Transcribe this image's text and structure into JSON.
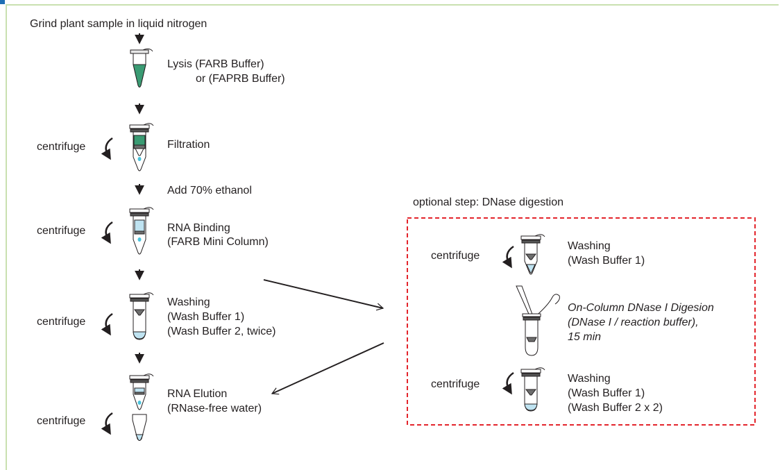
{
  "main": {
    "start": "Grind plant sample in liquid nitrogen",
    "lysis": [
      "Lysis (FARB Buffer)",
      "or (FAPRB Buffer)"
    ],
    "filtration": "Filtration",
    "add_ethanol": "Add 70% ethanol",
    "binding": [
      "RNA Binding",
      "(FARB Mini Column)"
    ],
    "washing": [
      "Washing",
      "(Wash Buffer 1)",
      "(Wash Buffer 2, twice)"
    ],
    "elution": [
      "RNA Elution",
      "(RNase-free water)"
    ],
    "centrifuge": "centrifuge"
  },
  "optional": {
    "title": "optional step:  DNase digestion",
    "wash1": [
      "Washing",
      "(Wash Buffer 1)"
    ],
    "digestion": [
      "On-Column DNase I Digesion",
      "(DNase I / reaction buffer),",
      "15 min"
    ],
    "wash2": [
      "Washing",
      "(Wash Buffer 1)",
      "(Wash Buffer 2 x 2)"
    ],
    "centrifuge": "centrifuge"
  },
  "colors": {
    "lysate_green": "#3a9b73",
    "buffer_blue": "#bfe3f1",
    "drop_cyan": "#4cc3dc",
    "dashed_red": "#e3242b",
    "frame_green": "#c9e0b0"
  }
}
